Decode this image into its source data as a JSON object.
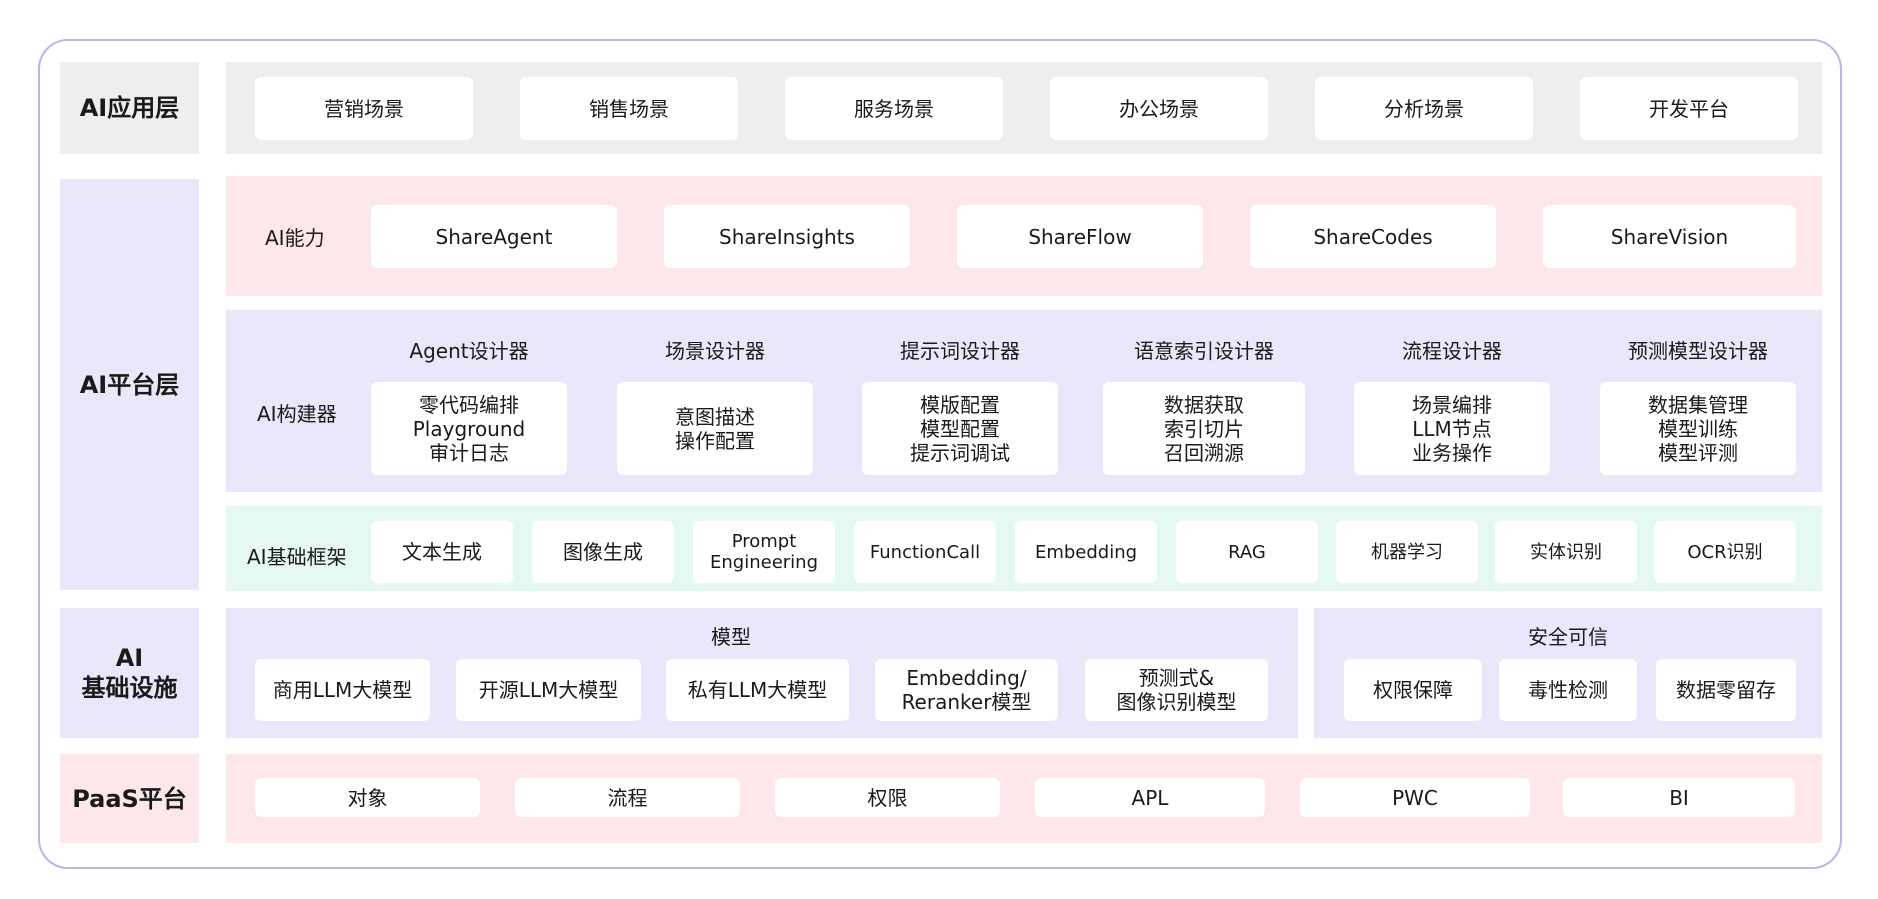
{
  "layers": {
    "app": {
      "label": "AI应用层",
      "items": [
        "营销场景",
        "销售场景",
        "服务场景",
        "办公场景",
        "分析场景",
        "开发平台"
      ]
    },
    "platform": {
      "label": "AI平台层",
      "capability": {
        "label": "AI能力",
        "items": [
          "ShareAgent",
          "ShareInsights",
          "ShareFlow",
          "ShareCodes",
          "ShareVision"
        ]
      },
      "builder": {
        "label": "AI构建器",
        "designers": [
          {
            "title": "Agent设计器",
            "content": "零代码编排\nPlayground\n审计日志"
          },
          {
            "title": "场景设计器",
            "content": "意图描述\n操作配置"
          },
          {
            "title": "提示词设计器",
            "content": "模版配置\n模型配置\n提示词调试"
          },
          {
            "title": "语意索引设计器",
            "content": "数据获取\n索引切片\n召回溯源"
          },
          {
            "title": "流程设计器",
            "content": "场景编排\nLLM节点\n业务操作"
          },
          {
            "title": "预测模型设计器",
            "content": "数据集管理\n模型训练\n模型评测"
          }
        ]
      },
      "framework": {
        "label": "AI基础框架",
        "items": [
          "文本生成",
          "图像生成",
          "Prompt\nEngineering",
          "FunctionCall",
          "Embedding",
          "RAG",
          "机器学习",
          "实体识别",
          "OCR识别"
        ]
      }
    },
    "infra": {
      "label": "AI\n基础设施",
      "models": {
        "title": "模型",
        "items": [
          "商用LLM大模型",
          "开源LLM大模型",
          "私有LLM大模型",
          "Embedding/\nReranker模型",
          "预测式&\n图像识别模型"
        ]
      },
      "security": {
        "title": "安全可信",
        "items": [
          "权限保障",
          "毒性检测",
          "数据零留存"
        ]
      }
    },
    "paas": {
      "label": "PaaS平台",
      "items": [
        "对象",
        "流程",
        "权限",
        "APL",
        "PWC",
        "BI"
      ]
    }
  },
  "colors": {
    "frame": "#b9b6ec",
    "gray": "#eeeeee",
    "pink": "#fde7ea",
    "lavender": "#ece6fa",
    "mint": "#e6f8f4"
  }
}
